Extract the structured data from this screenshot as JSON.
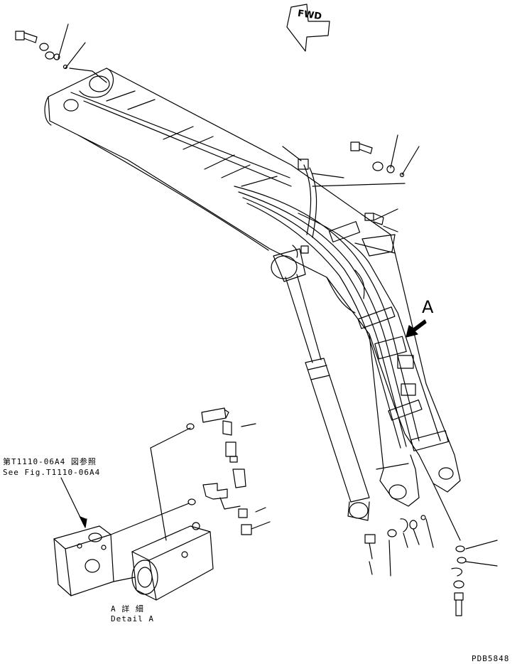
{
  "labels": {
    "fwd": "FWD",
    "detail_marker": "A",
    "ref_jp": "第T1110-06A4 図参照",
    "ref_en": "See Fig.T1110-06A4",
    "detail_jp": "A 詳 細",
    "detail_en": "Detail A",
    "drawing_no": "PDB5848"
  },
  "colors": {
    "line": "#000000",
    "background": "#ffffff"
  }
}
